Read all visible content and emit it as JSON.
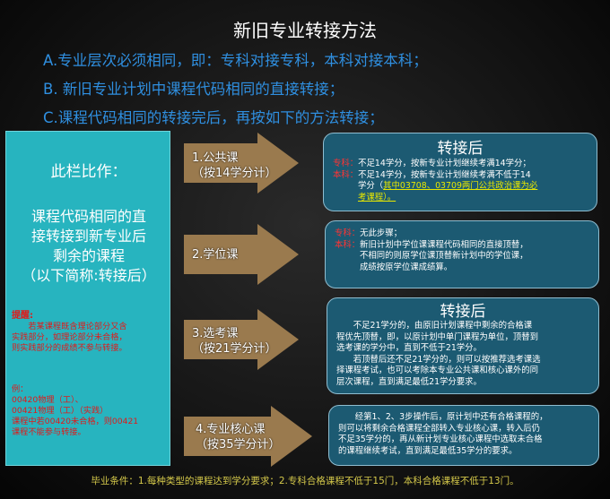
{
  "title": "新旧专业转接方法",
  "rules": [
    "A.专业层次必须相同，即：专科对接专科，本科对接本科；",
    "B. 新旧专业计划中课程代码相同的直接转接；",
    "C.课程代码相同的转接完后，再按如下的方法转接；"
  ],
  "left_panel": {
    "heading": "此栏比作：",
    "body_lines": [
      "课程代码相同的直",
      "接转接到新专业后",
      "剩余的课程",
      "（以下简称:转接后）"
    ],
    "note_lines": [
      "提醒:",
      "　　若某课程既含理论部分又含",
      "实践部分，如理论部分未合格，",
      "则实践部分的成绩不参与转接。"
    ],
    "example_lines": [
      "例：",
      "00420物理（工）、",
      "00421物理（工）（实践）",
      "课程中若00420未合格，则00421",
      "课程不能参与转接。"
    ]
  },
  "arrows": [
    {
      "line1": "1.公共课",
      "line2": "（按14学分计）"
    },
    {
      "line1": "2.学位课",
      "line2": ""
    },
    {
      "line1": "3.选考课",
      "line2": "（按21学分计）"
    },
    {
      "line1": "4.专业核心课",
      "line2": "（按35学分计）"
    }
  ],
  "boxes": {
    "public": {
      "title": "转接后",
      "zhuanke_label": "专科：",
      "zhuanke_text": "不足14学分，按新专业计划继续考满14学分；",
      "benke_label": "本科：",
      "benke_text": "不足14学分，按新专业计划继续考满不低于14",
      "benke_text2": "学分（",
      "benke_highlight": "其中03708、03709两门公共政治课为必",
      "benke_highlight2": "考课程）。"
    },
    "degree": {
      "zhuanke_label": "专科：",
      "zhuanke_text": "无此步骤；",
      "benke_label": "本科：",
      "benke_text": "新旧计划中学位课课程代码相同的直接顶替，",
      "benke_text2": "不相同的则原学位课顶替新计划中的学位课，",
      "benke_text3": "成绩按原学位课成绩算。"
    },
    "elective": {
      "title": "转接后",
      "lines": [
        "　　不足21学分的，由原旧计划课程中剩余的合格课",
        "程优先顶替，即，以原计划中单门课程为单位，顶替到",
        "选考课的学分中，直到不低于21学分。",
        "　　若顶替后还不足21学分的，则可以按推荐选考课选",
        "择课程考试，也可以考除本专业公共课和核心课外的同",
        "层次课程，直到满足最低21学分要求。"
      ]
    },
    "core": {
      "lines": [
        "　　经第1、2、3步操作后，原计划中还有合格课程的，",
        "则可以将剩余合格课程全部转入专业核心课，转入后仍",
        "不足35学分的，再从新计划专业核心课程中选取未合格",
        "的课程继续考试，直到满足最低35学分的要求。"
      ]
    }
  },
  "footer": "毕业条件：1.每种类型的课程达到学分要求；2.专科合格课程不低于15门，本科合格课程不低于13门。",
  "colors": {
    "rule_blue": "#2f8fe0",
    "panel_teal": "#27b4bf",
    "arrow_tan": "#9a7a4e",
    "box_blue": "#1c5a72",
    "red": "#e01a1a",
    "footer_gold": "#d4c84a"
  }
}
